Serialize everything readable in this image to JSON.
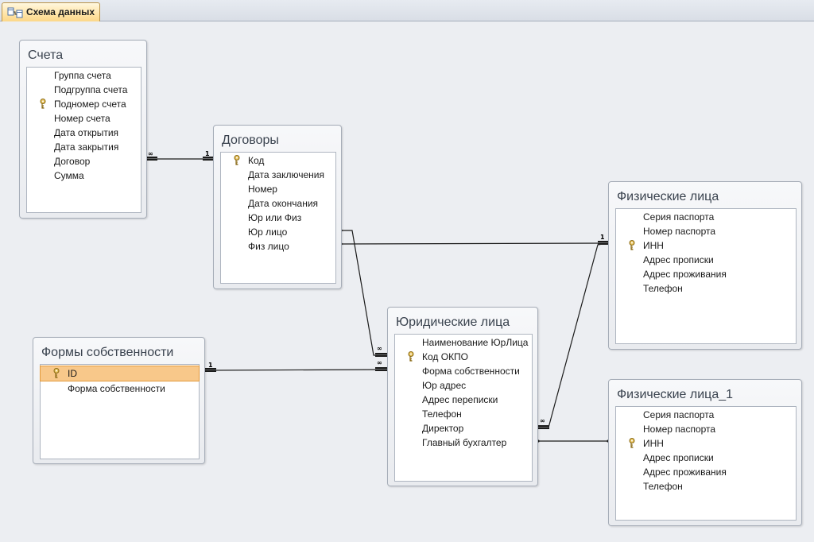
{
  "window": {
    "tab_label": "Схема данных"
  },
  "tables": {
    "scheta": {
      "title": "Счета",
      "fields": [
        "Группа счета",
        "Подгруппа счета",
        "Подномер счета",
        "Номер счета",
        "Дата открытия",
        "Дата закрытия",
        "Договор",
        "Сумма"
      ],
      "key_index": 2
    },
    "dogovory": {
      "title": "Договоры",
      "fields": [
        "Код",
        "Дата заключения",
        "Номер",
        "Дата окончания",
        "Юр или Физ",
        "Юр лицо",
        "Физ лицо"
      ],
      "key_index": 0
    },
    "fiz": {
      "title": "Физические лица",
      "fields": [
        "Серия паспорта",
        "Номер паспорта",
        "ИНН",
        "Адрес прописки",
        "Адрес проживания",
        "Телефон"
      ],
      "key_index": 2
    },
    "formy": {
      "title": "Формы собственности",
      "fields": [
        "ID",
        "Форма собственности"
      ],
      "key_index": 0,
      "selected_index": 0
    },
    "yur": {
      "title": "Юридические лица",
      "fields": [
        "Наименование ЮрЛица",
        "Код ОКПО",
        "Форма собственности",
        "Юр адрес",
        "Адрес переписки",
        "Телефон",
        "Директор",
        "Главный бухгалтер"
      ],
      "key_index": 1
    },
    "fiz1": {
      "title": "Физические лица_1",
      "fields": [
        "Серия паспорта",
        "Номер паспорта",
        "ИНН",
        "Адрес прописки",
        "Адрес проживания",
        "Телефон"
      ],
      "key_index": 2
    }
  },
  "relationships": [
    {
      "from": "Счета.Договор",
      "to": "Договоры.Код",
      "from_card": "∞",
      "to_card": "1"
    },
    {
      "from": "Договоры.Физ лицо",
      "to": "Физические лица.ИНН",
      "from_card": "",
      "to_card": "1"
    },
    {
      "from": "Договоры.Юр лицо",
      "to": "Юридические лица.Код ОКПО",
      "from_card": "",
      "to_card": "∞"
    },
    {
      "from": "Формы собственности.ID",
      "to": "Юридические лица.Форма собственности",
      "from_card": "1",
      "to_card": "∞"
    },
    {
      "from": "Юридические лица.Директор",
      "to": "Физические лица.ИНН",
      "from_card": "∞",
      "to_card": ""
    },
    {
      "from": "Юридические лица.Главный бухгалтер",
      "to": "Физические лица_1.ИНН",
      "from_card": "",
      "to_card": ""
    }
  ],
  "icons": {
    "tab": "relationships-icon",
    "key": "primary-key-icon"
  },
  "colors": {
    "tab_accent": "#ffe4a6",
    "selection": "#f8c88a",
    "background": "#eceef2"
  }
}
